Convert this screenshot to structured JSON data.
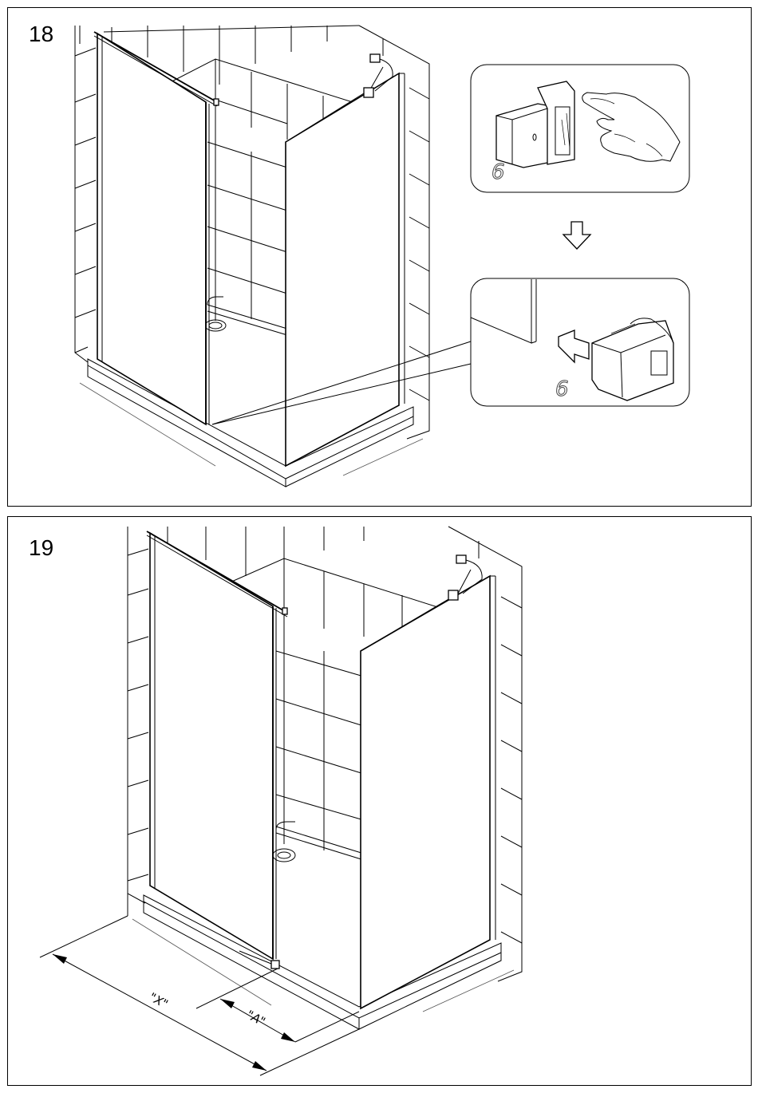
{
  "steps": [
    {
      "number": "18",
      "callout_part_label_top": "6",
      "callout_part_label_bottom": "6"
    },
    {
      "number": "19",
      "dimension_x": "\"X\"",
      "dimension_a": "\"A\""
    }
  ]
}
